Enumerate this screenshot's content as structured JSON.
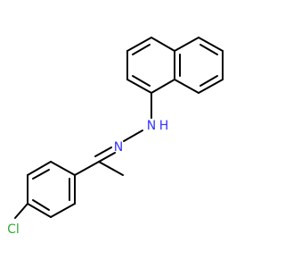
{
  "structure": {
    "atoms": {
      "hydrazone_nitrogen": {
        "symbol": "N",
        "color": "#3333ff"
      },
      "amine_nitrogen": {
        "symbol": "N",
        "color": "#3333ff"
      },
      "amine_hydrogen": {
        "symbol": "H",
        "color": "#3333ff"
      },
      "chlorine": {
        "symbol": "Cl",
        "color": "#33aa33"
      }
    },
    "bond_color": "#000000"
  }
}
